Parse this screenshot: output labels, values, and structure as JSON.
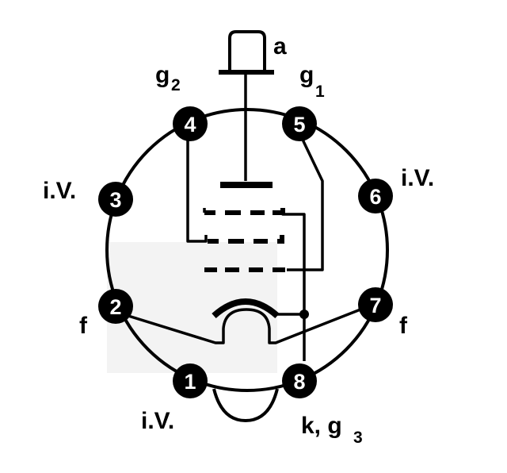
{
  "pins": [
    {
      "number": "1"
    },
    {
      "number": "2"
    },
    {
      "number": "3"
    },
    {
      "number": "4"
    },
    {
      "number": "5"
    },
    {
      "number": "6"
    },
    {
      "number": "7"
    },
    {
      "number": "8"
    }
  ],
  "labels": {
    "anode": "a",
    "g2_main": "g",
    "g2_sub": "2",
    "g1_main": "g",
    "g1_sub": "1",
    "pin3": "i.V.",
    "pin6": "i.V.",
    "pin2": "f",
    "pin7": "f",
    "pin1": "i.V.",
    "pin8_main": "k, g",
    "pin8_sub": "3"
  }
}
